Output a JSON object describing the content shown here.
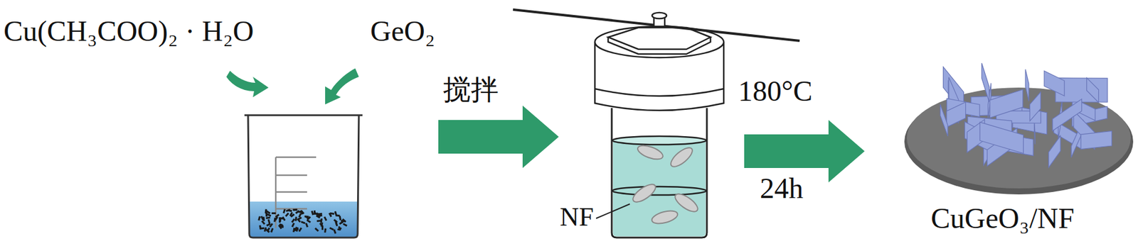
{
  "diagram": {
    "labels": [
      "Cu(CH₃COO)₂ · H₂O",
      "GeO₂",
      "搅拌",
      "180°C",
      "24h",
      "NF",
      "CuGeO₃/NF"
    ]
  }
}
